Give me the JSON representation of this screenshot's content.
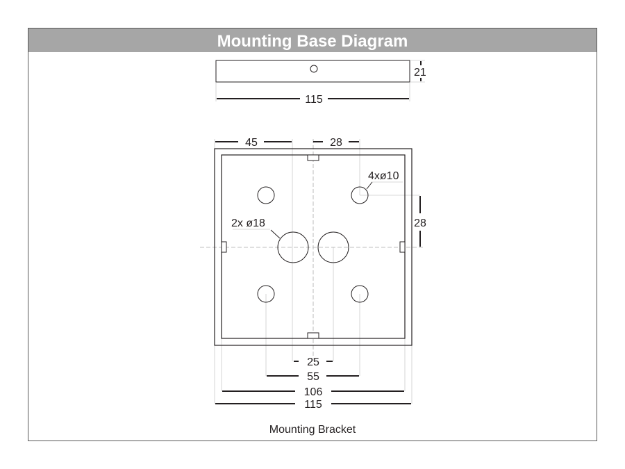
{
  "title": "Mounting Base Diagram",
  "caption": "Mounting Bracket",
  "side_view": {
    "width_label": "115",
    "height_label": "21"
  },
  "top_view": {
    "dim_left_offset": "45",
    "dim_top_spacing": "28",
    "dim_right_spacing": "28",
    "small_holes_label": "4xø10",
    "large_holes_label": "2x ø18",
    "dim_large_holes": "25",
    "dim_small_holes": "55",
    "dim_inner": "106",
    "dim_outer": "115"
  },
  "colors": {
    "header": "#a6a6a6",
    "line": "#231f20",
    "guide": "#bdbdbd"
  }
}
